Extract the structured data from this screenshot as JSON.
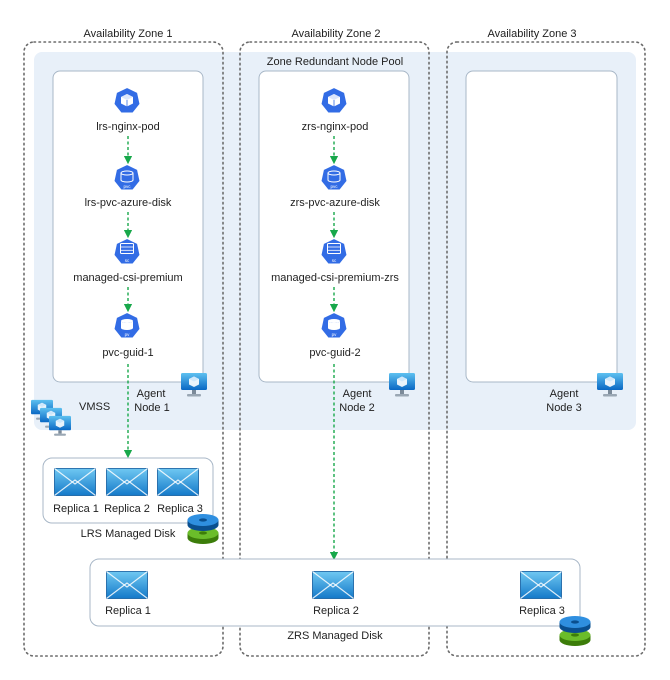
{
  "zones": [
    {
      "title": "Availability Zone 1"
    },
    {
      "title": "Availability Zone 2"
    },
    {
      "title": "Availability Zone 3"
    }
  ],
  "pool_title": "Zone Redundant Node Pool",
  "nodes": [
    {
      "chain": [
        "lrs-nginx-pod",
        "lrs-pvc-azure-disk",
        "managed-csi-premium",
        "pvc-guid-1"
      ],
      "agent_line1": "Agent",
      "agent_line2": "Node 1"
    },
    {
      "chain": [
        "zrs-nginx-pod",
        "zrs-pvc-azure-disk",
        "managed-csi-premium-zrs",
        "pvc-guid-2"
      ],
      "agent_line1": "Agent",
      "agent_line2": "Node 2"
    },
    {
      "chain": [],
      "agent_line1": "Agent",
      "agent_line2": "Node 3"
    }
  ],
  "vmss_label": "VMSS",
  "icon_badges": {
    "pvc": "pvc",
    "sc": "sc",
    "pv": "pv"
  },
  "lrs": {
    "replicas": [
      "Replica 1",
      "Replica 2",
      "Replica 3"
    ],
    "title": "LRS Managed Disk"
  },
  "zrs": {
    "replicas": [
      "Replica 1",
      "Replica 2",
      "Replica 3"
    ],
    "title": "ZRS Managed Disk"
  },
  "colors": {
    "zone_border": "#6b6b6b",
    "pool_fill": "#e8f0f9",
    "k8s_blue": "#326ce5",
    "arrow_green": "#18a84b",
    "disk_blue_top": "#0078d4",
    "disk_green": "#57a300"
  }
}
